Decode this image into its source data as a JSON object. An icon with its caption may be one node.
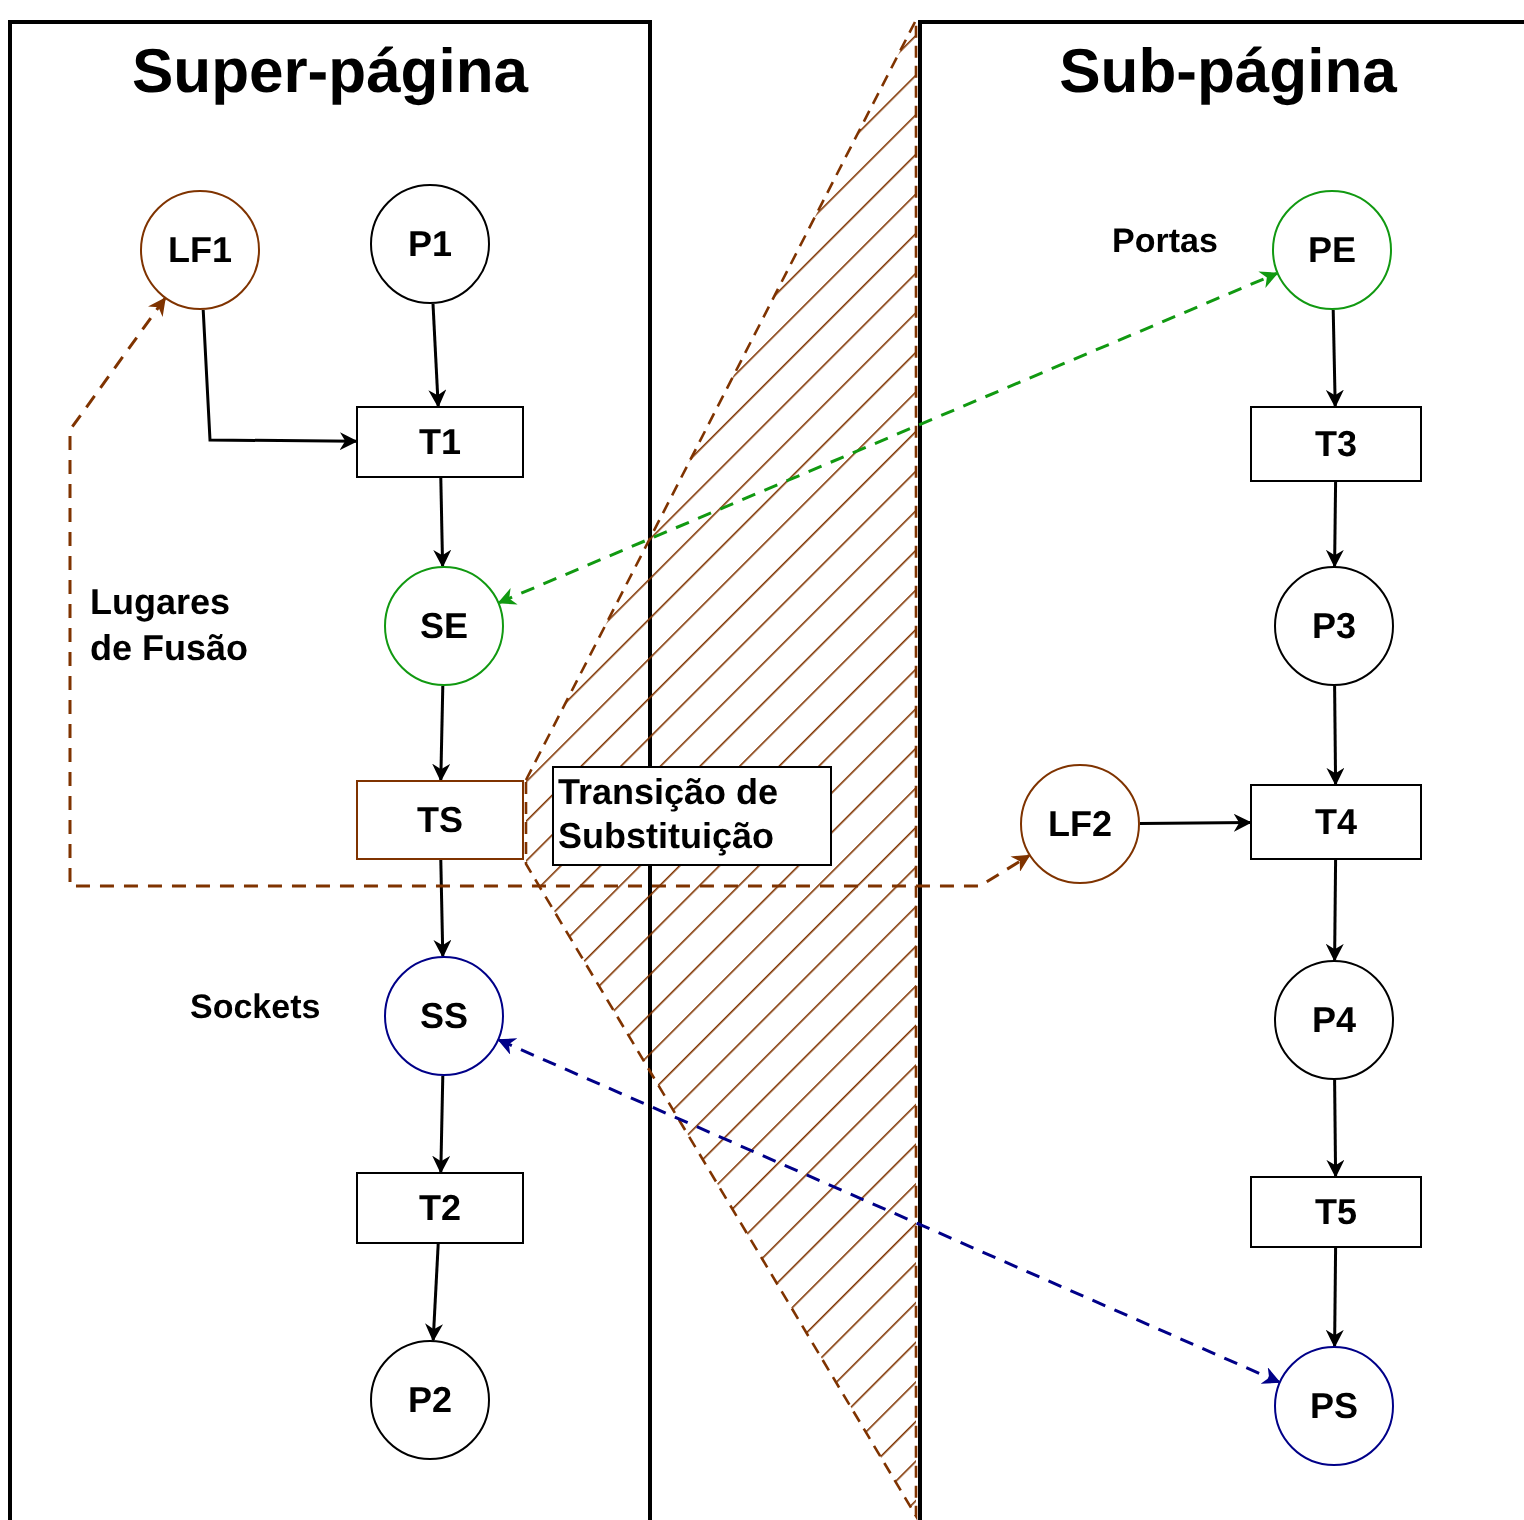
{
  "diagram": {
    "nodes": [
      {
        "text": [
          "Super-página"
        ]
      },
      {
        "text": [
          "LF1"
        ],
        "in": 0
      },
      {
        "text": [
          "P1"
        ],
        "in": 0
      },
      {
        "text": [
          "T1"
        ],
        "in": 0
      },
      {
        "text": [
          "SE"
        ],
        "in": 0
      },
      {
        "text": [
          "TS"
        ],
        "in": 0
      },
      {
        "text": [
          "SS"
        ],
        "in": 0,
        "beside": [
          "Sockets"
        ]
      },
      {
        "text": [
          "T2"
        ],
        "in": 0
      },
      {
        "text": [
          "P2"
        ],
        "in": 0
      },
      {
        "text": [
          "Sub-página"
        ]
      },
      {
        "text": [
          "PE"
        ],
        "in": 9,
        "beside": [
          "Portas"
        ]
      },
      {
        "text": [
          "T3"
        ],
        "in": 9
      },
      {
        "text": [
          "P3"
        ],
        "in": 9
      },
      {
        "text": [
          "LF2"
        ],
        "in": 9
      },
      {
        "text": [
          "T4"
        ],
        "in": 9
      },
      {
        "text": [
          "P4"
        ],
        "in": 9
      },
      {
        "text": [
          "T5"
        ],
        "in": 9
      },
      {
        "text": [
          "PS"
        ],
        "in": 9
      },
      {
        "text": [
          "Transição de Substituição"
        ]
      }
    ],
    "edges": [
      {
        "from": 2,
        "to": 3,
        "arrow": "to"
      },
      {
        "from": 1,
        "to": 3,
        "arrow": "to"
      },
      {
        "from": 3,
        "to": 4,
        "arrow": "to"
      },
      {
        "from": 4,
        "to": 5,
        "arrow": "to"
      },
      {
        "from": 5,
        "to": 6,
        "arrow": "to"
      },
      {
        "from": 6,
        "to": 7,
        "arrow": "to"
      },
      {
        "from": 7,
        "to": 8,
        "arrow": "to"
      },
      {
        "from": 10,
        "to": 11,
        "arrow": "to"
      },
      {
        "from": 11,
        "to": 12,
        "arrow": "to"
      },
      {
        "from": 12,
        "to": 14,
        "arrow": "to"
      },
      {
        "from": 13,
        "to": 14,
        "arrow": "to"
      },
      {
        "from": 14,
        "to": 15,
        "arrow": "to"
      },
      {
        "from": 15,
        "to": 16,
        "arrow": "to"
      },
      {
        "from": 16,
        "to": 17,
        "arrow": "to"
      },
      {
        "from": 1,
        "to": 13,
        "arrow": "both",
        "style": "dashed",
        "color": "#7f3300",
        "label": "Lugares de Fusão"
      },
      {
        "from": 4,
        "to": 10,
        "arrow": "both",
        "style": "dashed",
        "color": "#119911"
      },
      {
        "from": 6,
        "to": 17,
        "arrow": "both",
        "style": "dashed",
        "color": "#000088"
      }
    ]
  }
}
